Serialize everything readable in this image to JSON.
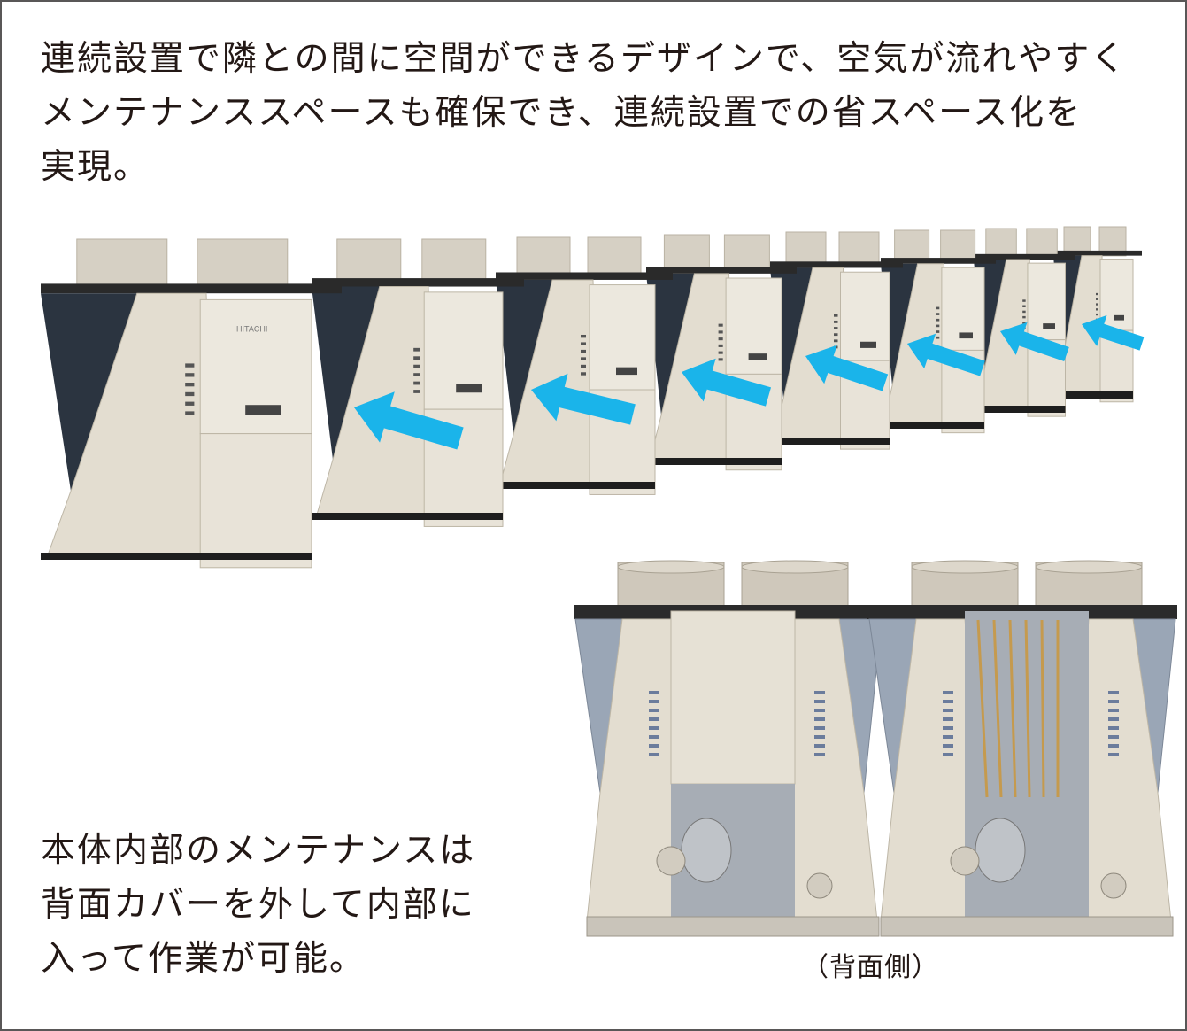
{
  "intro": {
    "lines": [
      "連続設置で隣との間に空間ができるデザインで、空気が流れやすく",
      "メンテナンススペースも確保でき、連続設置での省スペース化を",
      "実現。"
    ]
  },
  "maintenance_note": {
    "lines": [
      "本体内部のメンテナンスは",
      "背面カバーを外して内部に",
      "入って作業が可能。"
    ]
  },
  "rear_caption": "（背面側）",
  "brand_label": "HITACHI",
  "colors": {
    "unit_body": "#e3ddd0",
    "unit_shadow": "#bdb6a6",
    "coil": "#2b3440",
    "airflow_arrow": "#1ab4ea",
    "border": "#595757"
  }
}
